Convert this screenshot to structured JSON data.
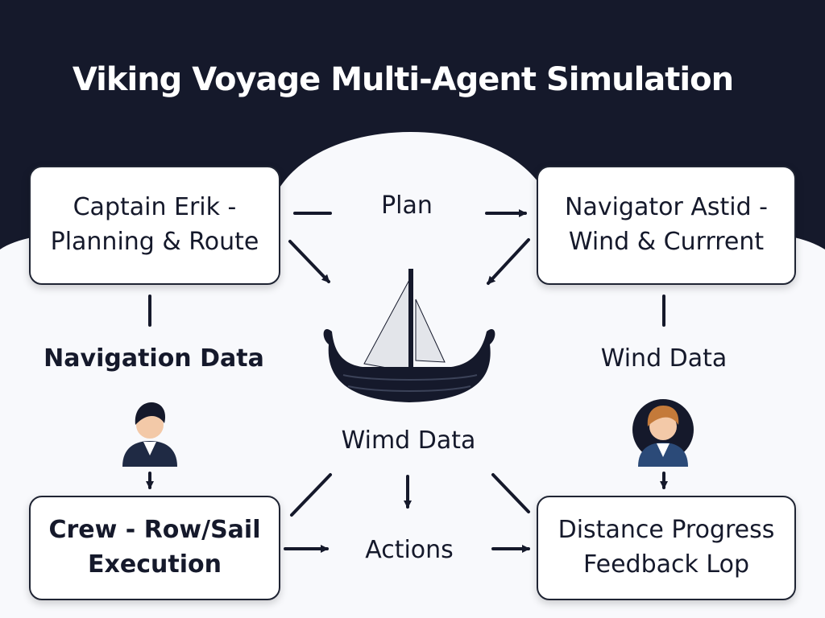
{
  "title": "Viking Voyage Multi-Agent Simulation",
  "colors": {
    "header_background": "#15192b",
    "canvas_background": "#f8f9fc",
    "box_border": "#1f2433",
    "text": "#15192b",
    "sail": "#e3e5ea",
    "ship_hull": "#15192b"
  },
  "nodes": {
    "captain": {
      "line1": "Captain Erik -",
      "line2": "Planning & Route"
    },
    "navigator": {
      "line1": "Navigator Astid -",
      "line2": "Wind & Currrent"
    },
    "crew": {
      "line1": "Crew - Row/Sail",
      "line2": "Execution"
    },
    "feedback": {
      "line1": "Distance Progress",
      "line2": "Feedback Lop"
    }
  },
  "edge_labels": {
    "plan": "Plan",
    "navigation_data": "Navigation Data",
    "wind_data_right": "Wind Data",
    "wind_data_center": "Wimd Data",
    "actions": "Actions"
  },
  "icons": {
    "ship": "viking-longship-icon",
    "crew_person": "crew-person-icon",
    "navigator_person": "navigator-person-icon"
  }
}
